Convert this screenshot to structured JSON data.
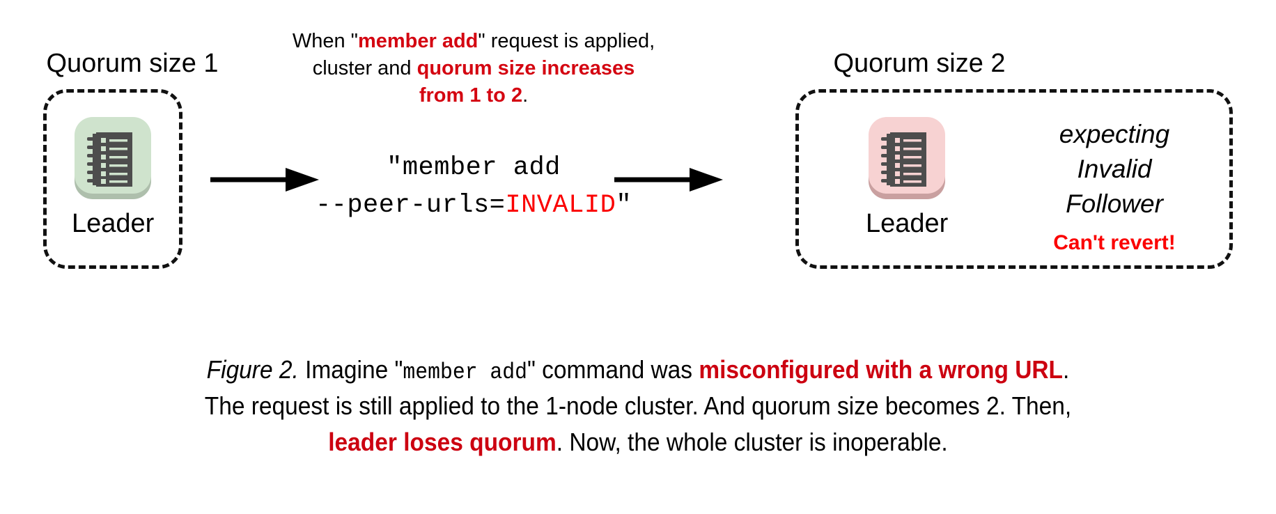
{
  "figure": {
    "title_left": "Quorum size 1",
    "title_right": "Quorum size 2",
    "node_left_label": "Leader",
    "node_right_label": "Leader",
    "colors": {
      "leader_healthy_fill": "#cfe3cd",
      "leader_healthy_shadow": "#aebfac",
      "leader_broken_fill": "#f7d2d2",
      "leader_broken_shadow": "#c9a0a0",
      "glyph_dark": "#4d4d4d",
      "accent_red_bold": "#d40511",
      "accent_red_bright": "#fb0000",
      "accent_red_caption": "#cc0010",
      "dash_stroke": "#111111"
    },
    "icon_names": {
      "node_icon": "ledger-notebook-icon",
      "arrow_icon": "right-arrow-icon"
    }
  },
  "top_note": {
    "line1_a": "When \"",
    "line1_b": "member add",
    "line1_c": "\" request is applied,",
    "line2_a": "cluster and ",
    "line2_b": "quorum size increases",
    "line3_b": "from 1 to 2",
    "line3_c": "."
  },
  "command": {
    "line1": "\"member add",
    "line2_a": "--peer-urls=",
    "line2_b": "INVALID",
    "line2_c": "\""
  },
  "status": {
    "line1": "expecting",
    "line2": "Invalid",
    "line3": "Follower",
    "warning": "Can't revert!"
  },
  "caption": {
    "fig_label": "Figure 2.",
    "seg1": " Imagine \"",
    "mono1": "member add",
    "seg2": "\" command was ",
    "red1": "misconfigured with a wrong URL",
    "seg3": ".",
    "line2": "The request is still applied to the 1-node cluster. And quorum size becomes 2. Then,",
    "red2": "leader loses quorum",
    "seg4": ". Now, the whole cluster is inoperable."
  }
}
